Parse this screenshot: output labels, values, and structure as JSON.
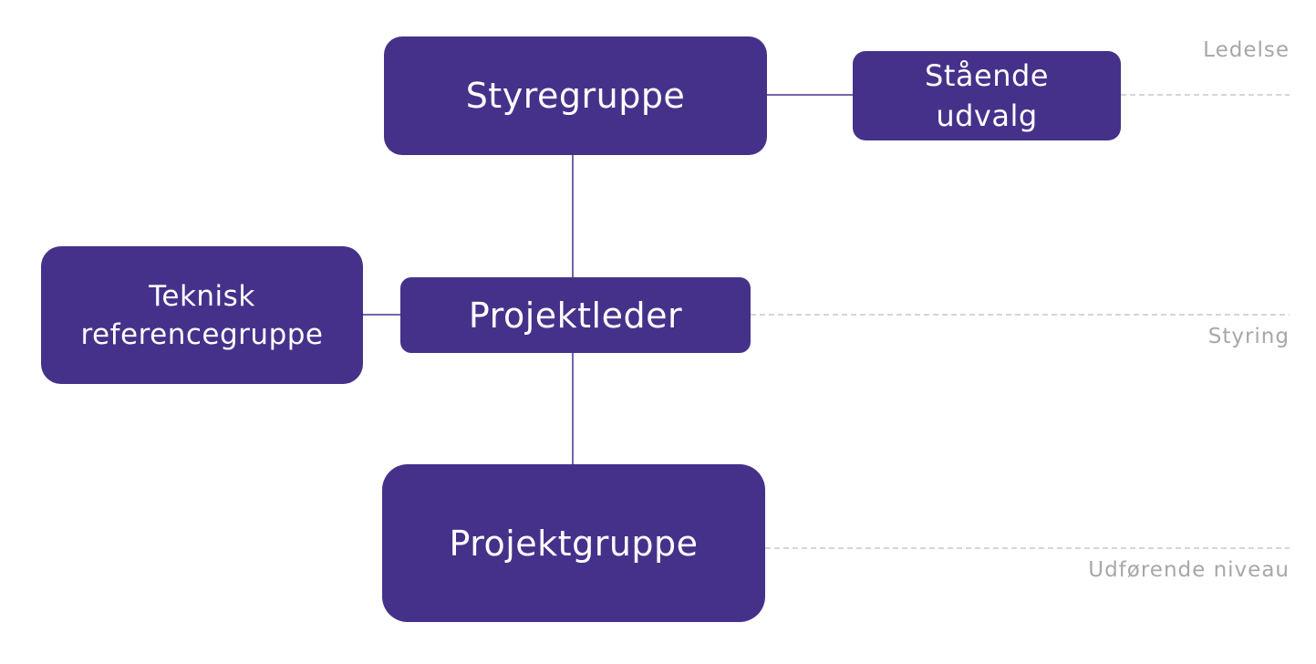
{
  "colors": {
    "node_fill": "#46318a",
    "node_text": "#ffffff",
    "connector": "#46318a",
    "level_text": "#a7a7a7",
    "level_line": "#c8c8c8"
  },
  "nodes": {
    "styregruppe": {
      "label": "Styregruppe"
    },
    "staaende_udvalg": {
      "lines": [
        "Stående",
        "udvalg"
      ]
    },
    "projektleder": {
      "label": "Projektleder"
    },
    "teknisk_referencegruppe": {
      "lines": [
        "Teknisk",
        "referencegruppe"
      ]
    },
    "projektgruppe": {
      "label": "Projektgruppe"
    }
  },
  "levels": {
    "ledelse": "Ledelse",
    "styring": "Styring",
    "udforende": "Udførende niveau"
  }
}
